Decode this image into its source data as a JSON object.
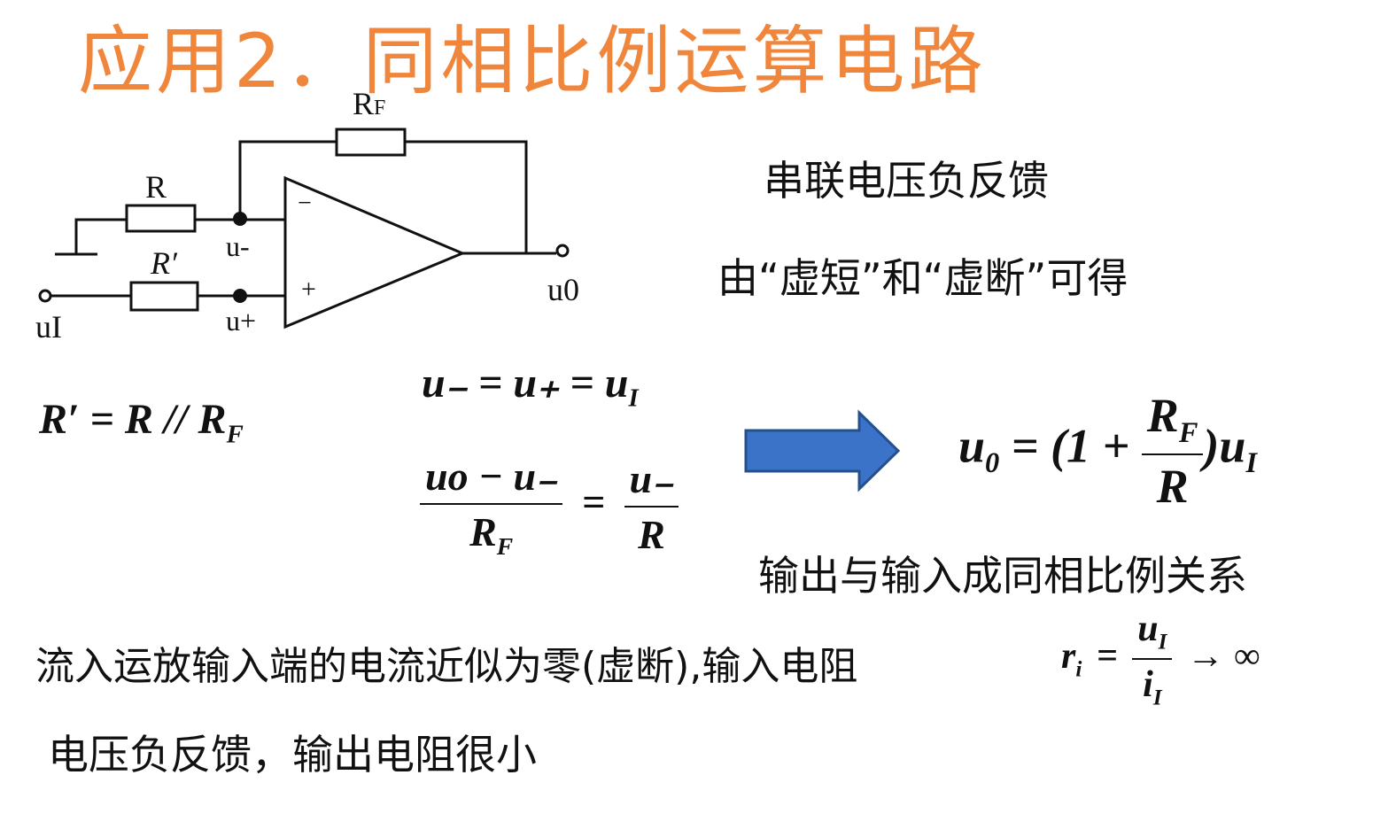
{
  "title": "应用2．同相比例运算电路",
  "circuit": {
    "rf_label": "RF",
    "r_label": "R",
    "rp_label": "R′",
    "u_minus_label": "u-",
    "u_plus_label": "u+",
    "ui_label": "uI",
    "uo_label": "u0",
    "minus_sign": "−",
    "plus_sign": "+"
  },
  "notes": {
    "feedback_type": "串联电压负反馈",
    "derivation_intro": "由“虚短”和“虚断”可得",
    "relation": "输出与输入成同相比例关系",
    "input_current_note": "流入运放输入端的电流近似为零(虚断),输入电阻",
    "output_note": "电压负反馈，输出电阻很小"
  },
  "equations": {
    "r_prime": "R′ = R // R",
    "r_prime_sub": "F",
    "virtual_short": "u₋ = u₊ = u",
    "virtual_short_sub": "I",
    "kcl_num": "uo − u₋",
    "kcl_den": "R",
    "kcl_den_sub": "F",
    "kcl_eq": "=",
    "kcl_rhs_num": "u₋",
    "kcl_rhs_den": "R",
    "result_lhs": "u",
    "result_lhs_sub": "0",
    "result_mid": "= (1 +",
    "result_num": "R",
    "result_num_sub": "F",
    "result_den": "R",
    "result_rhs": ")u",
    "result_rhs_sub": "I",
    "ri_lhs": "r",
    "ri_lhs_sub": "i",
    "ri_eq": "=",
    "ri_num": "u",
    "ri_num_sub": "I",
    "ri_den": "i",
    "ri_den_sub": "I",
    "ri_limit": "→ ∞"
  },
  "colors": {
    "title": "#f0863c",
    "arrow_fill": "#3b73c8",
    "arrow_stroke": "#24508f"
  }
}
